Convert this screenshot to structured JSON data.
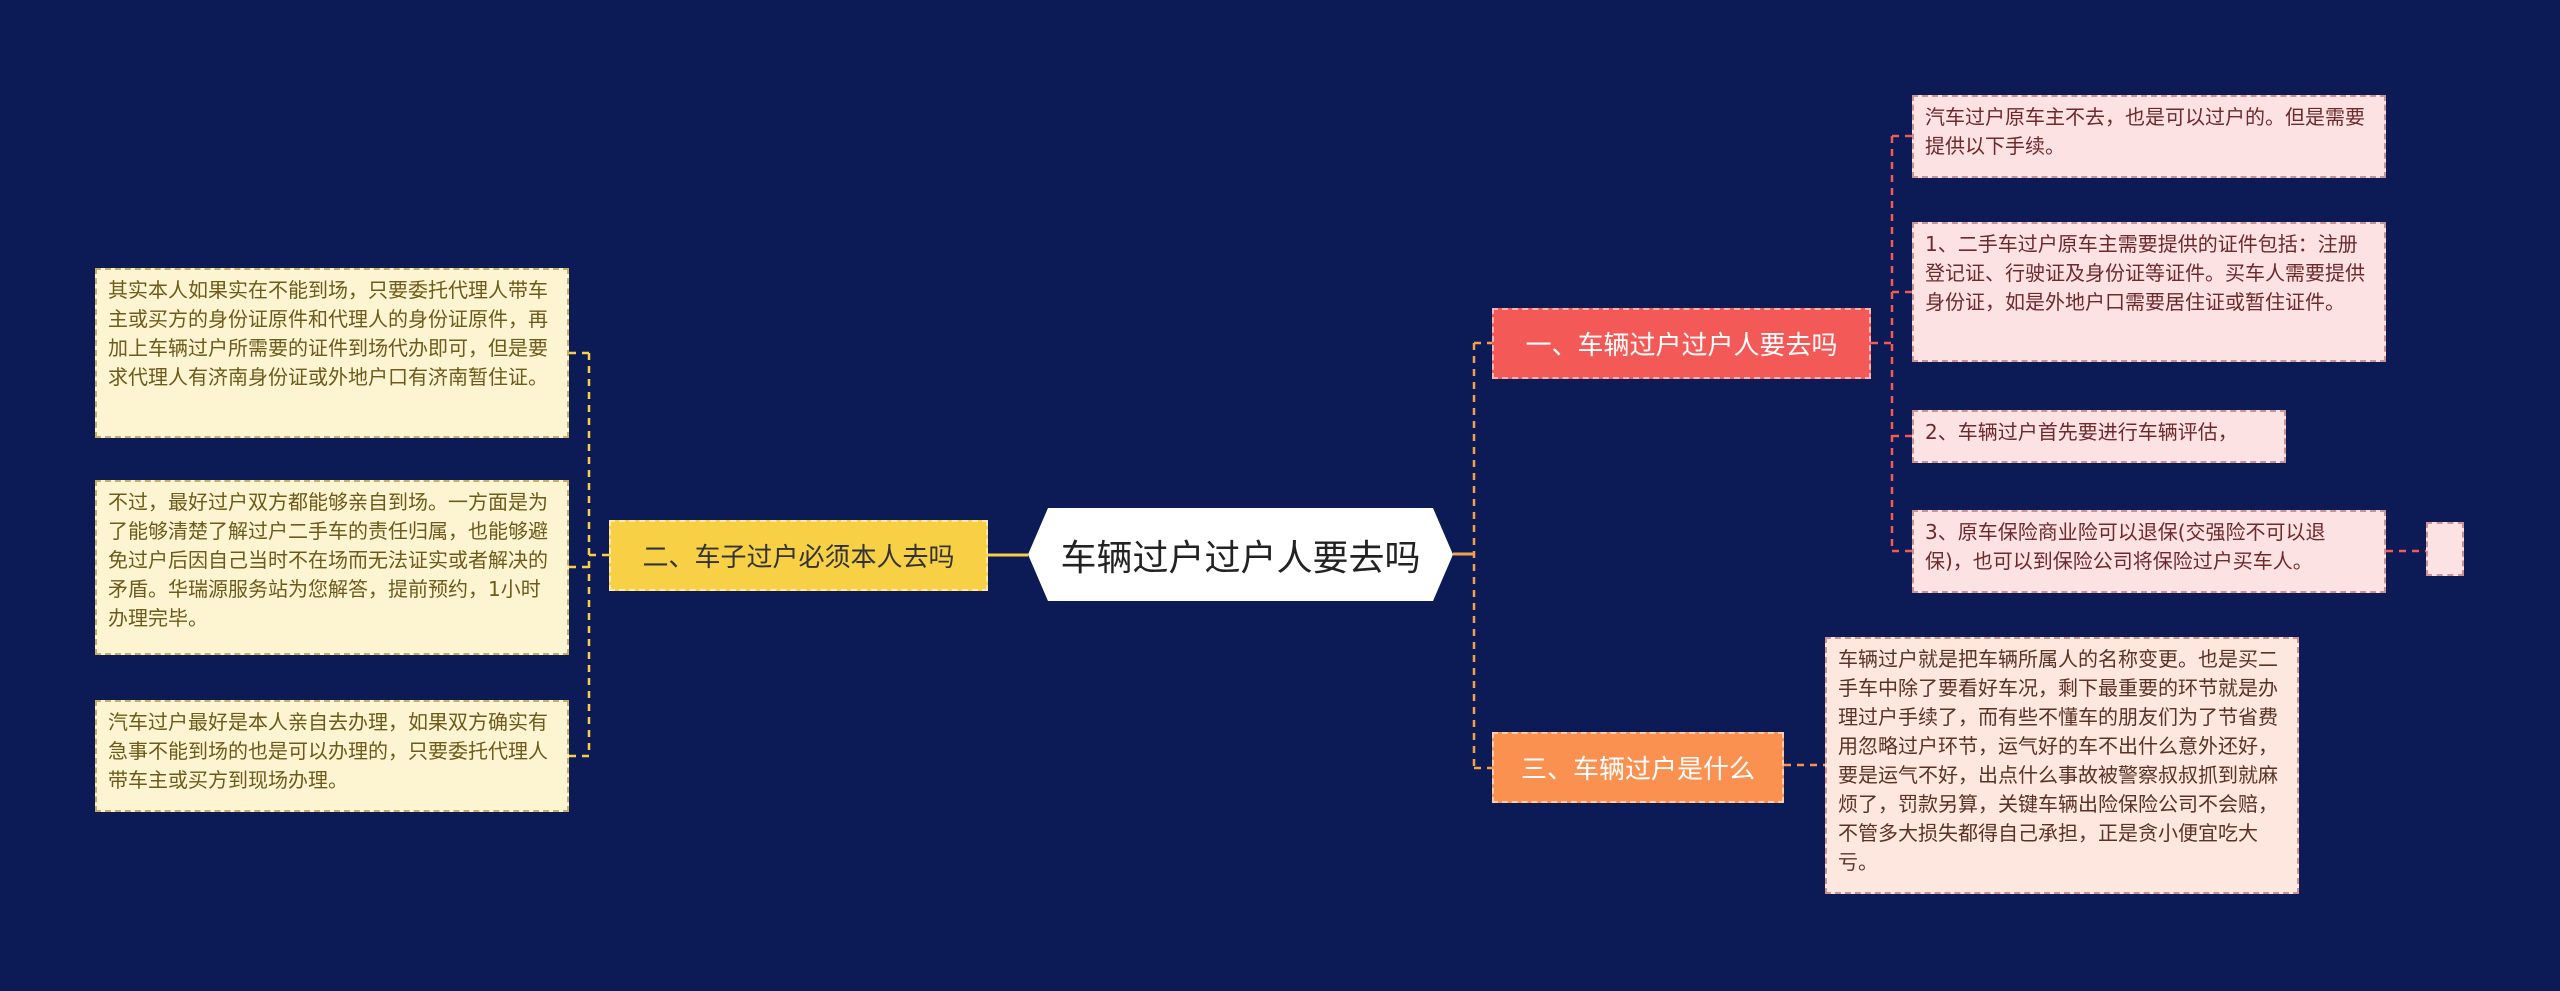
{
  "colors": {
    "background": "#0c1a56",
    "central": "#ffffff",
    "branch_1": "#f35a57",
    "branch_2": "#fb9150",
    "branch_3": "#f7d046",
    "leaf_pink": "#fde2e4",
    "leaf_peach": "#fde7df",
    "leaf_cream": "#fdf5d2"
  },
  "central": {
    "title": "车辆过户过户人要去吗"
  },
  "branches": [
    {
      "label": "一、车辆过户过户人要去吗",
      "children": [
        "汽车过户原车主不去，也是可以过户的。但是需要提供以下手续。",
        "1、二手车过户原车主需要提供的证件包括：注册登记证、行驶证及身份证等证件。买车人需要提供身份证，如是外地户口需要居住证或暂住证件。",
        "2、车辆过户首先要进行车辆评估，",
        "3、原车保险商业险可以退保(交强险不可以退保)，也可以到保险公司将保险过户买车人。"
      ]
    },
    {
      "label": "三、车辆过户是什么",
      "children": [
        "车辆过户就是把车辆所属人的名称变更。也是买二手车中除了要看好车况，剩下最重要的环节就是办理过户手续了，而有些不懂车的朋友们为了节省费用忽略过户环节，运气好的车不出什么意外还好，要是运气不好，出点什么事故被警察叔叔抓到就麻烦了，罚款另算，关键车辆出险保险公司不会赔，不管多大损失都得自己承担，正是贪小便宜吃大亏。"
      ]
    },
    {
      "label": "二、车子过户必须本人去吗",
      "children": [
        "其实本人如果实在不能到场，只要委托代理人带车主或买方的身份证原件和代理人的身份证原件，再加上车辆过户所需要的证件到场代办即可，但是要求代理人有济南身份证或外地户口有济南暂住证。",
        "不过，最好过户双方都能够亲自到场。一方面是为了能够清楚了解过户二手车的责任归属，也能够避免过户后因自己当时不在场而无法证实或者解决的矛盾。华瑞源服务站为您解答，提前预约，1小时办理完毕。",
        "汽车过户最好是本人亲自去办理，如果双方确实有急事不能到场的也是可以办理的，只要委托代理人带车主或买方到现场办理。"
      ]
    }
  ]
}
